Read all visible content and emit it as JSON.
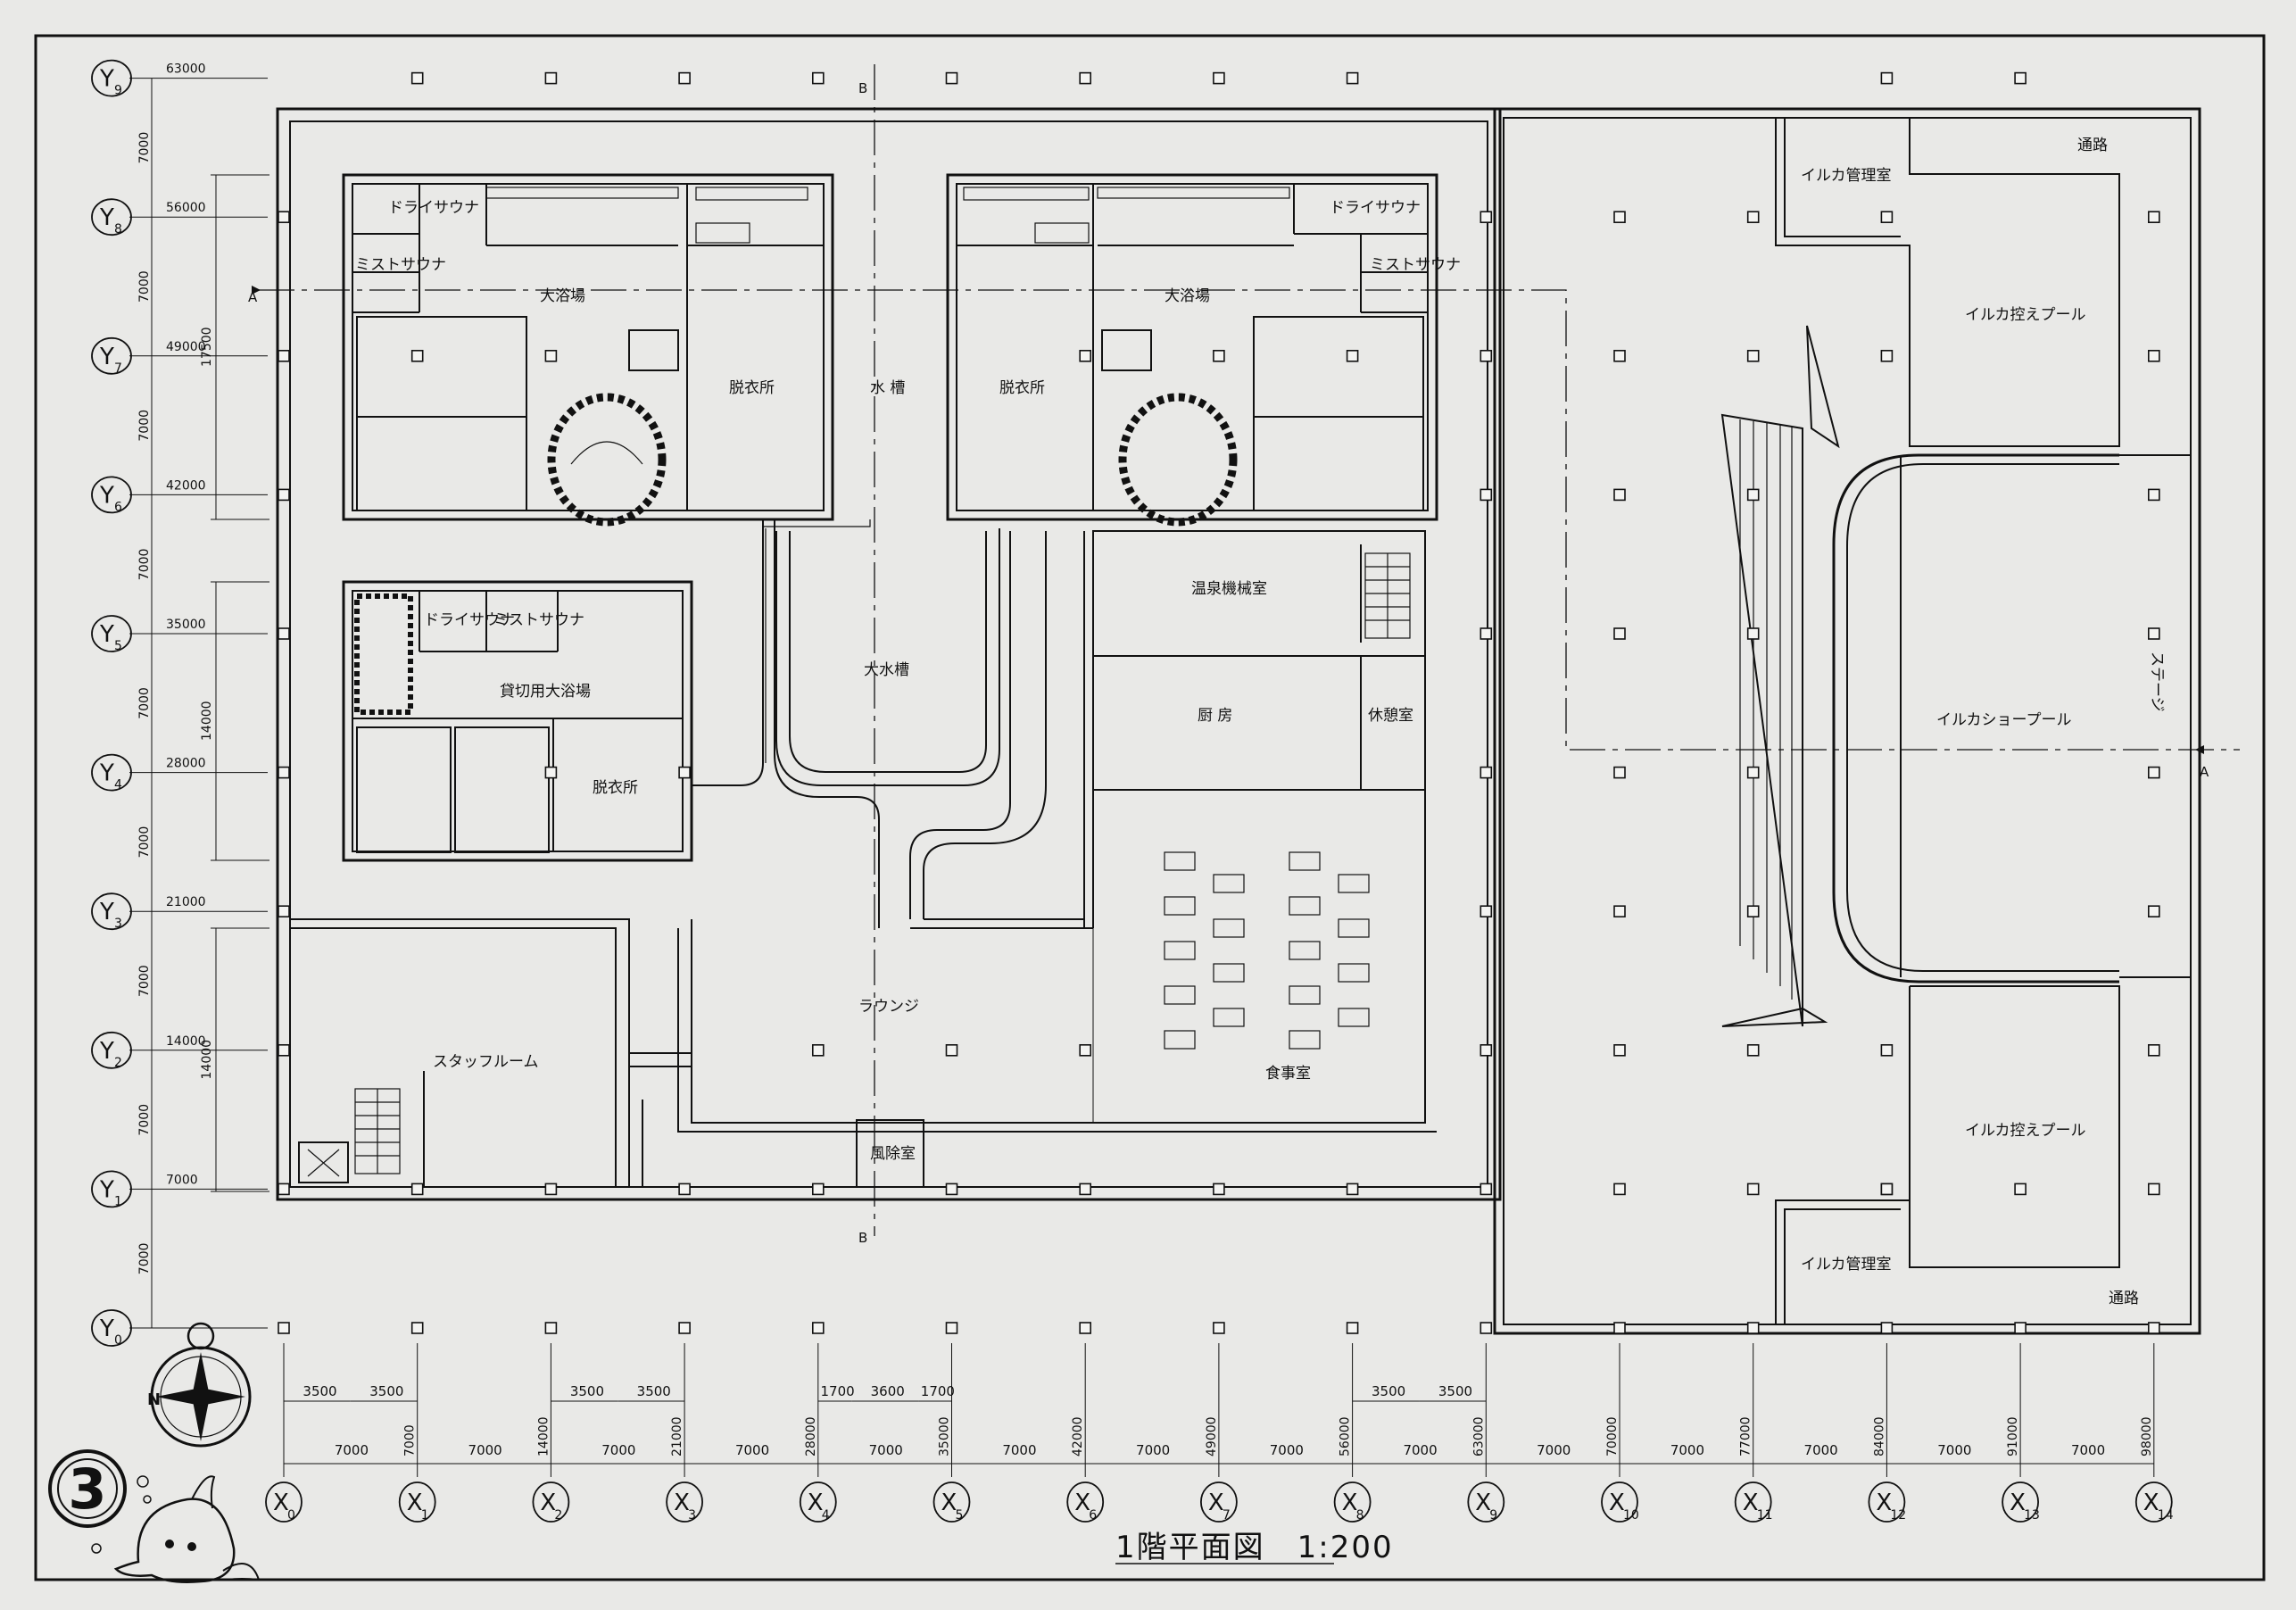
{
  "title": "1階平面図　1:200",
  "sheet_number": "3",
  "grid_x": [
    {
      "label": "X",
      "sub": "0",
      "coord": ""
    },
    {
      "label": "X",
      "sub": "1",
      "coord": "7000"
    },
    {
      "label": "X",
      "sub": "2",
      "coord": "14000"
    },
    {
      "label": "X",
      "sub": "3",
      "coord": "21000"
    },
    {
      "label": "X",
      "sub": "4",
      "coord": "28000"
    },
    {
      "label": "X",
      "sub": "5",
      "coord": "35000"
    },
    {
      "label": "X",
      "sub": "6",
      "coord": "42000"
    },
    {
      "label": "X",
      "sub": "7",
      "coord": "49000"
    },
    {
      "label": "X",
      "sub": "8",
      "coord": "56000"
    },
    {
      "label": "X",
      "sub": "9",
      "coord": "63000"
    },
    {
      "label": "X",
      "sub": "10",
      "coord": "70000"
    },
    {
      "label": "X",
      "sub": "11",
      "coord": "77000"
    },
    {
      "label": "X",
      "sub": "12",
      "coord": "84000"
    },
    {
      "label": "X",
      "sub": "13",
      "coord": "91000"
    },
    {
      "label": "X",
      "sub": "14",
      "coord": "98000"
    }
  ],
  "grid_y": [
    {
      "label": "Y",
      "sub": "9",
      "coord": "63000"
    },
    {
      "label": "Y",
      "sub": "8",
      "coord": "56000"
    },
    {
      "label": "Y",
      "sub": "7",
      "coord": "49000"
    },
    {
      "label": "Y",
      "sub": "6",
      "coord": "42000"
    },
    {
      "label": "Y",
      "sub": "5",
      "coord": "35000"
    },
    {
      "label": "Y",
      "sub": "4",
      "coord": "28000"
    },
    {
      "label": "Y",
      "sub": "3",
      "coord": "21000"
    },
    {
      "label": "Y",
      "sub": "2",
      "coord": "14000"
    },
    {
      "label": "Y",
      "sub": "1",
      "coord": "7000"
    },
    {
      "label": "Y",
      "sub": "0",
      "coord": ""
    }
  ],
  "span_dim": "7000",
  "half_dims": {
    "a": "3500",
    "b": "1700",
    "c": "3600"
  },
  "overall_dims": {
    "d17500": "17500",
    "d14000": "14000"
  },
  "section_marks": {
    "a": "A",
    "b": "B"
  },
  "compass_n": "N",
  "rooms": {
    "dry_sauna_l": "ドライサウナ",
    "mist_sauna_l": "ミストサウナ",
    "bath_l": "大浴場",
    "dressing_l": "脱衣所",
    "water_tank": "水 槽",
    "dressing_r": "脱衣所",
    "bath_r": "大浴場",
    "dry_sauna_r": "ドライサウナ",
    "mist_sauna_r": "ミストサウナ",
    "dry_sauna_p": "ドライサウナ",
    "mist_sauna_p": "ミストサウナ",
    "private_bath": "貸切用大浴場",
    "dressing_p": "脱衣所",
    "big_tank": "大水槽",
    "onsen_machine": "温泉機械室",
    "kitchen": "厨 房",
    "break_room": "休憩室",
    "lounge": "ラウンジ",
    "staff_room": "スタッフルーム",
    "dining": "食事室",
    "wind_room": "風除室",
    "dolphin_mgmt_top": "イルカ管理室",
    "passage_top": "通路",
    "dolphin_holding_top": "イルカ控えプール",
    "stage": "ステージ",
    "dolphin_show_pool": "イルカショープール",
    "dolphin_holding_bottom": "イルカ控えプール",
    "dolphin_mgmt_bottom": "イルカ管理室",
    "passage_bottom": "通路"
  }
}
